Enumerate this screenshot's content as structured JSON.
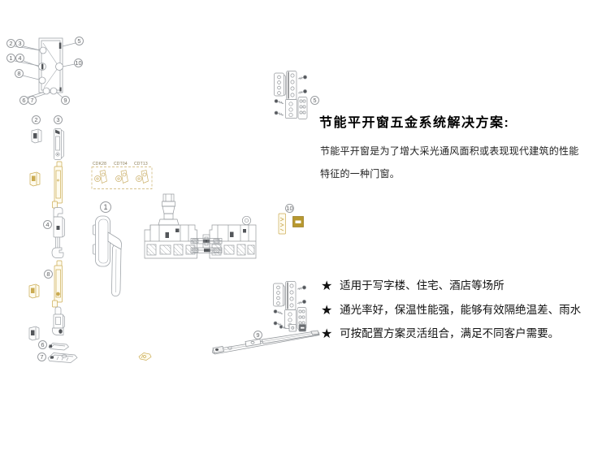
{
  "colors": {
    "line_gray": "#9aa0a6",
    "dark_accent": "#53565a",
    "gold": "#cbab52",
    "gold_dark": "#b7982f",
    "text": "#1a1a1a"
  },
  "diagram": {
    "callouts": {
      "n1": "1",
      "n2": "2",
      "n3": "3",
      "n4": "4",
      "n5": "5",
      "n6": "6",
      "n7": "7",
      "n8": "8",
      "n9": "9",
      "n10": "10"
    },
    "component_codes": [
      "CDK28",
      "CDT04",
      "CDT13"
    ]
  },
  "content": {
    "title": "节能平开窗五金系统解决方案:",
    "description_lines": [
      "节能平开窗是为了增大采光通风面积或表现现代建筑的性能",
      "特征的一种门窗。"
    ],
    "bullet_marker": "★",
    "features": [
      "适用于写字楼、住宅、酒店等场所",
      "通光率好，保温性能强，能够有效隔绝温差、雨水",
      "可按配置方案灵活组合，满足不同客户需要。"
    ]
  }
}
